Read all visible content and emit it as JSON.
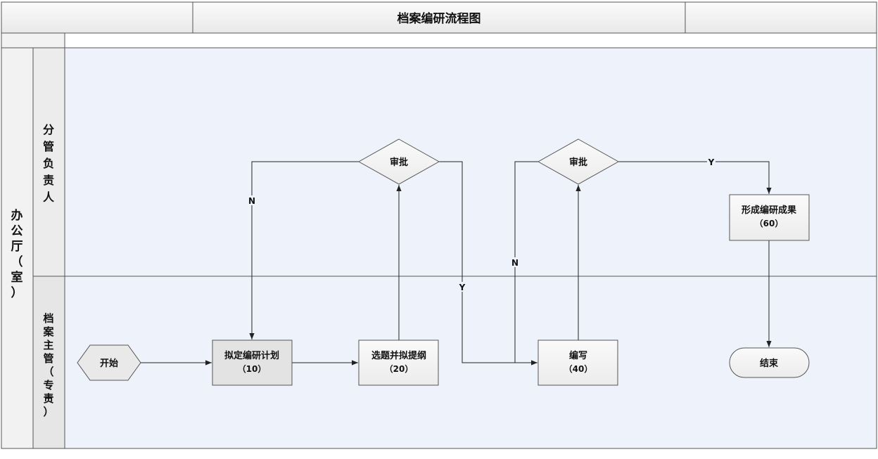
{
  "title": "档案编研流程图",
  "department": "办公厅（室）",
  "lanes": [
    {
      "id": "upper",
      "label": "分管负责人"
    },
    {
      "id": "lower",
      "label": "档案主管（专责）"
    }
  ],
  "nodes": {
    "start": {
      "shape": "hexagon",
      "text": "开始"
    },
    "plan": {
      "shape": "rect",
      "text": "拟定编研计划",
      "code": "（10）"
    },
    "outline": {
      "shape": "rect",
      "text": "选题并拟提纲",
      "code": "（20）"
    },
    "approve1": {
      "shape": "diamond",
      "text": "审批"
    },
    "write": {
      "shape": "rect",
      "text": "编写",
      "code": "（40）"
    },
    "approve2": {
      "shape": "diamond",
      "text": "审批"
    },
    "result": {
      "shape": "rect",
      "text": "形成编研成果",
      "code": "（60）"
    },
    "end": {
      "shape": "terminator",
      "text": "结束"
    }
  },
  "edge_labels": {
    "approve1_no": "N",
    "approve1_yes": "Y",
    "approve2_no": "N",
    "approve2_yes": "Y"
  },
  "colors": {
    "lane_fill": "#eef3fb",
    "header_fill": "#f2f2f2",
    "highlight_fill": "#e6e6e6",
    "node_fill": "#f5f5f5",
    "stroke": "#333333"
  }
}
